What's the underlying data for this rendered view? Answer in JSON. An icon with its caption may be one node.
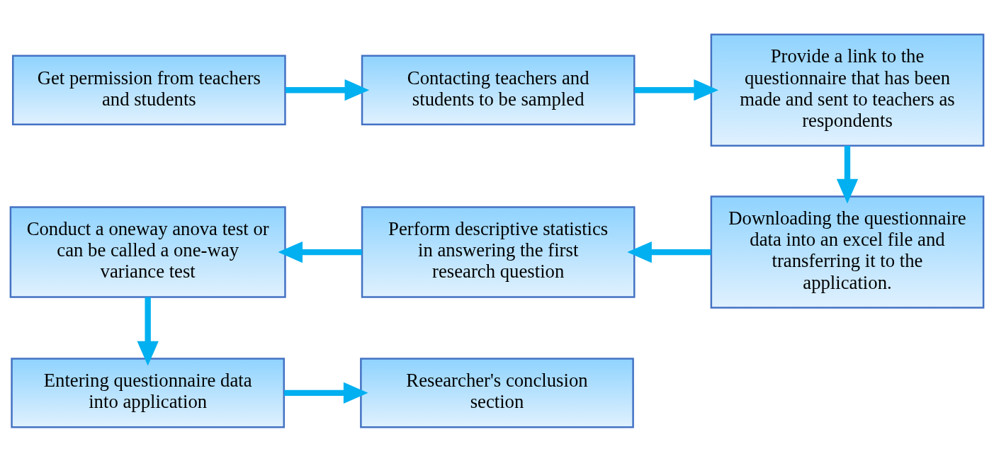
{
  "diagram": {
    "nodes": [
      {
        "text": [
          "Get permission from teachers and students"
        ]
      },
      {
        "text": [
          "Contacting teachers and students to be sampled"
        ]
      },
      {
        "text": [
          "Provide a link to the questionnaire that has been made and sent to teachers as respondents"
        ]
      },
      {
        "text": [
          "Conduct a oneway anova test or can be called a one-way variance test"
        ]
      },
      {
        "text": [
          "Perform descriptive statistics in answering the first research question"
        ]
      },
      {
        "text": [
          "Downloading the questionnaire data into an excel file and transferring it to the application."
        ]
      },
      {
        "text": [
          "Researcher's conclusion section"
        ]
      },
      {
        "text": [
          "Entering questionnaire data into application"
        ]
      }
    ],
    "edges": [
      {
        "from": 0,
        "to": 1,
        "arrow": "to"
      },
      {
        "from": 1,
        "to": 2,
        "arrow": "to"
      },
      {
        "from": 2,
        "to": 5,
        "arrow": "to"
      },
      {
        "from": 5,
        "to": 4,
        "arrow": "to"
      },
      {
        "from": 4,
        "to": 3,
        "arrow": "to"
      },
      {
        "from": 3,
        "to": 7,
        "arrow": "to"
      },
      {
        "from": 7,
        "to": 6,
        "arrow": "to"
      }
    ]
  }
}
